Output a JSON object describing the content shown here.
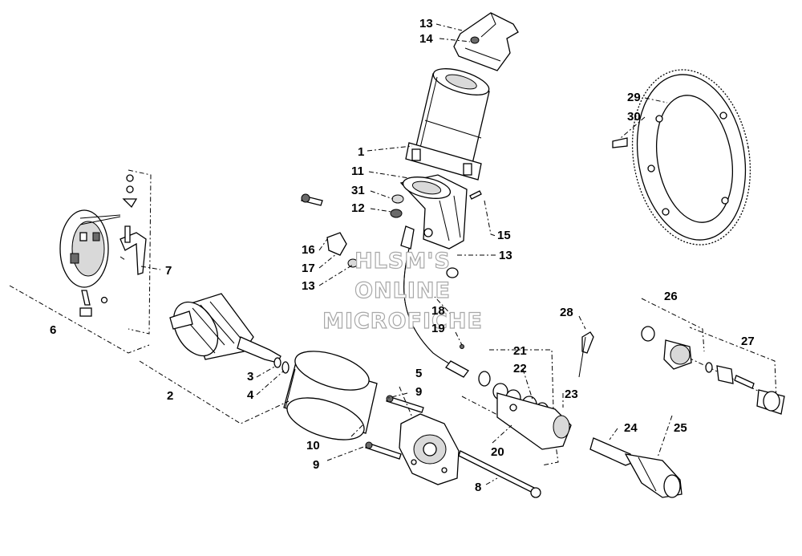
{
  "watermark": {
    "line1": "HLSM'S",
    "line2": "ONLINE",
    "line3": "MICROFICHE"
  },
  "callouts": [
    {
      "id": "c13a",
      "text": "13"
    },
    {
      "id": "c14",
      "text": "14"
    },
    {
      "id": "c1",
      "text": "1"
    },
    {
      "id": "c11",
      "text": "11"
    },
    {
      "id": "c31",
      "text": "31"
    },
    {
      "id": "c12",
      "text": "12"
    },
    {
      "id": "c15",
      "text": "15"
    },
    {
      "id": "c13b",
      "text": "13"
    },
    {
      "id": "c16",
      "text": "16"
    },
    {
      "id": "c17",
      "text": "17"
    },
    {
      "id": "c13c",
      "text": "13"
    },
    {
      "id": "c7",
      "text": "7"
    },
    {
      "id": "c6",
      "text": "6"
    },
    {
      "id": "c3",
      "text": "3"
    },
    {
      "id": "c4",
      "text": "4"
    },
    {
      "id": "c2",
      "text": "2"
    },
    {
      "id": "c18",
      "text": "18"
    },
    {
      "id": "c19",
      "text": "19"
    },
    {
      "id": "c5",
      "text": "5"
    },
    {
      "id": "c9a",
      "text": "9"
    },
    {
      "id": "c10",
      "text": "10"
    },
    {
      "id": "c9b",
      "text": "9"
    },
    {
      "id": "c8",
      "text": "8"
    },
    {
      "id": "c21",
      "text": "21"
    },
    {
      "id": "c22",
      "text": "22"
    },
    {
      "id": "c23",
      "text": "23"
    },
    {
      "id": "c20",
      "text": "20"
    },
    {
      "id": "c28",
      "text": "28"
    },
    {
      "id": "c24",
      "text": "24"
    },
    {
      "id": "c25",
      "text": "25"
    },
    {
      "id": "c26",
      "text": "26"
    },
    {
      "id": "c27",
      "text": "27"
    },
    {
      "id": "c29",
      "text": "29"
    },
    {
      "id": "c30",
      "text": "30"
    }
  ]
}
